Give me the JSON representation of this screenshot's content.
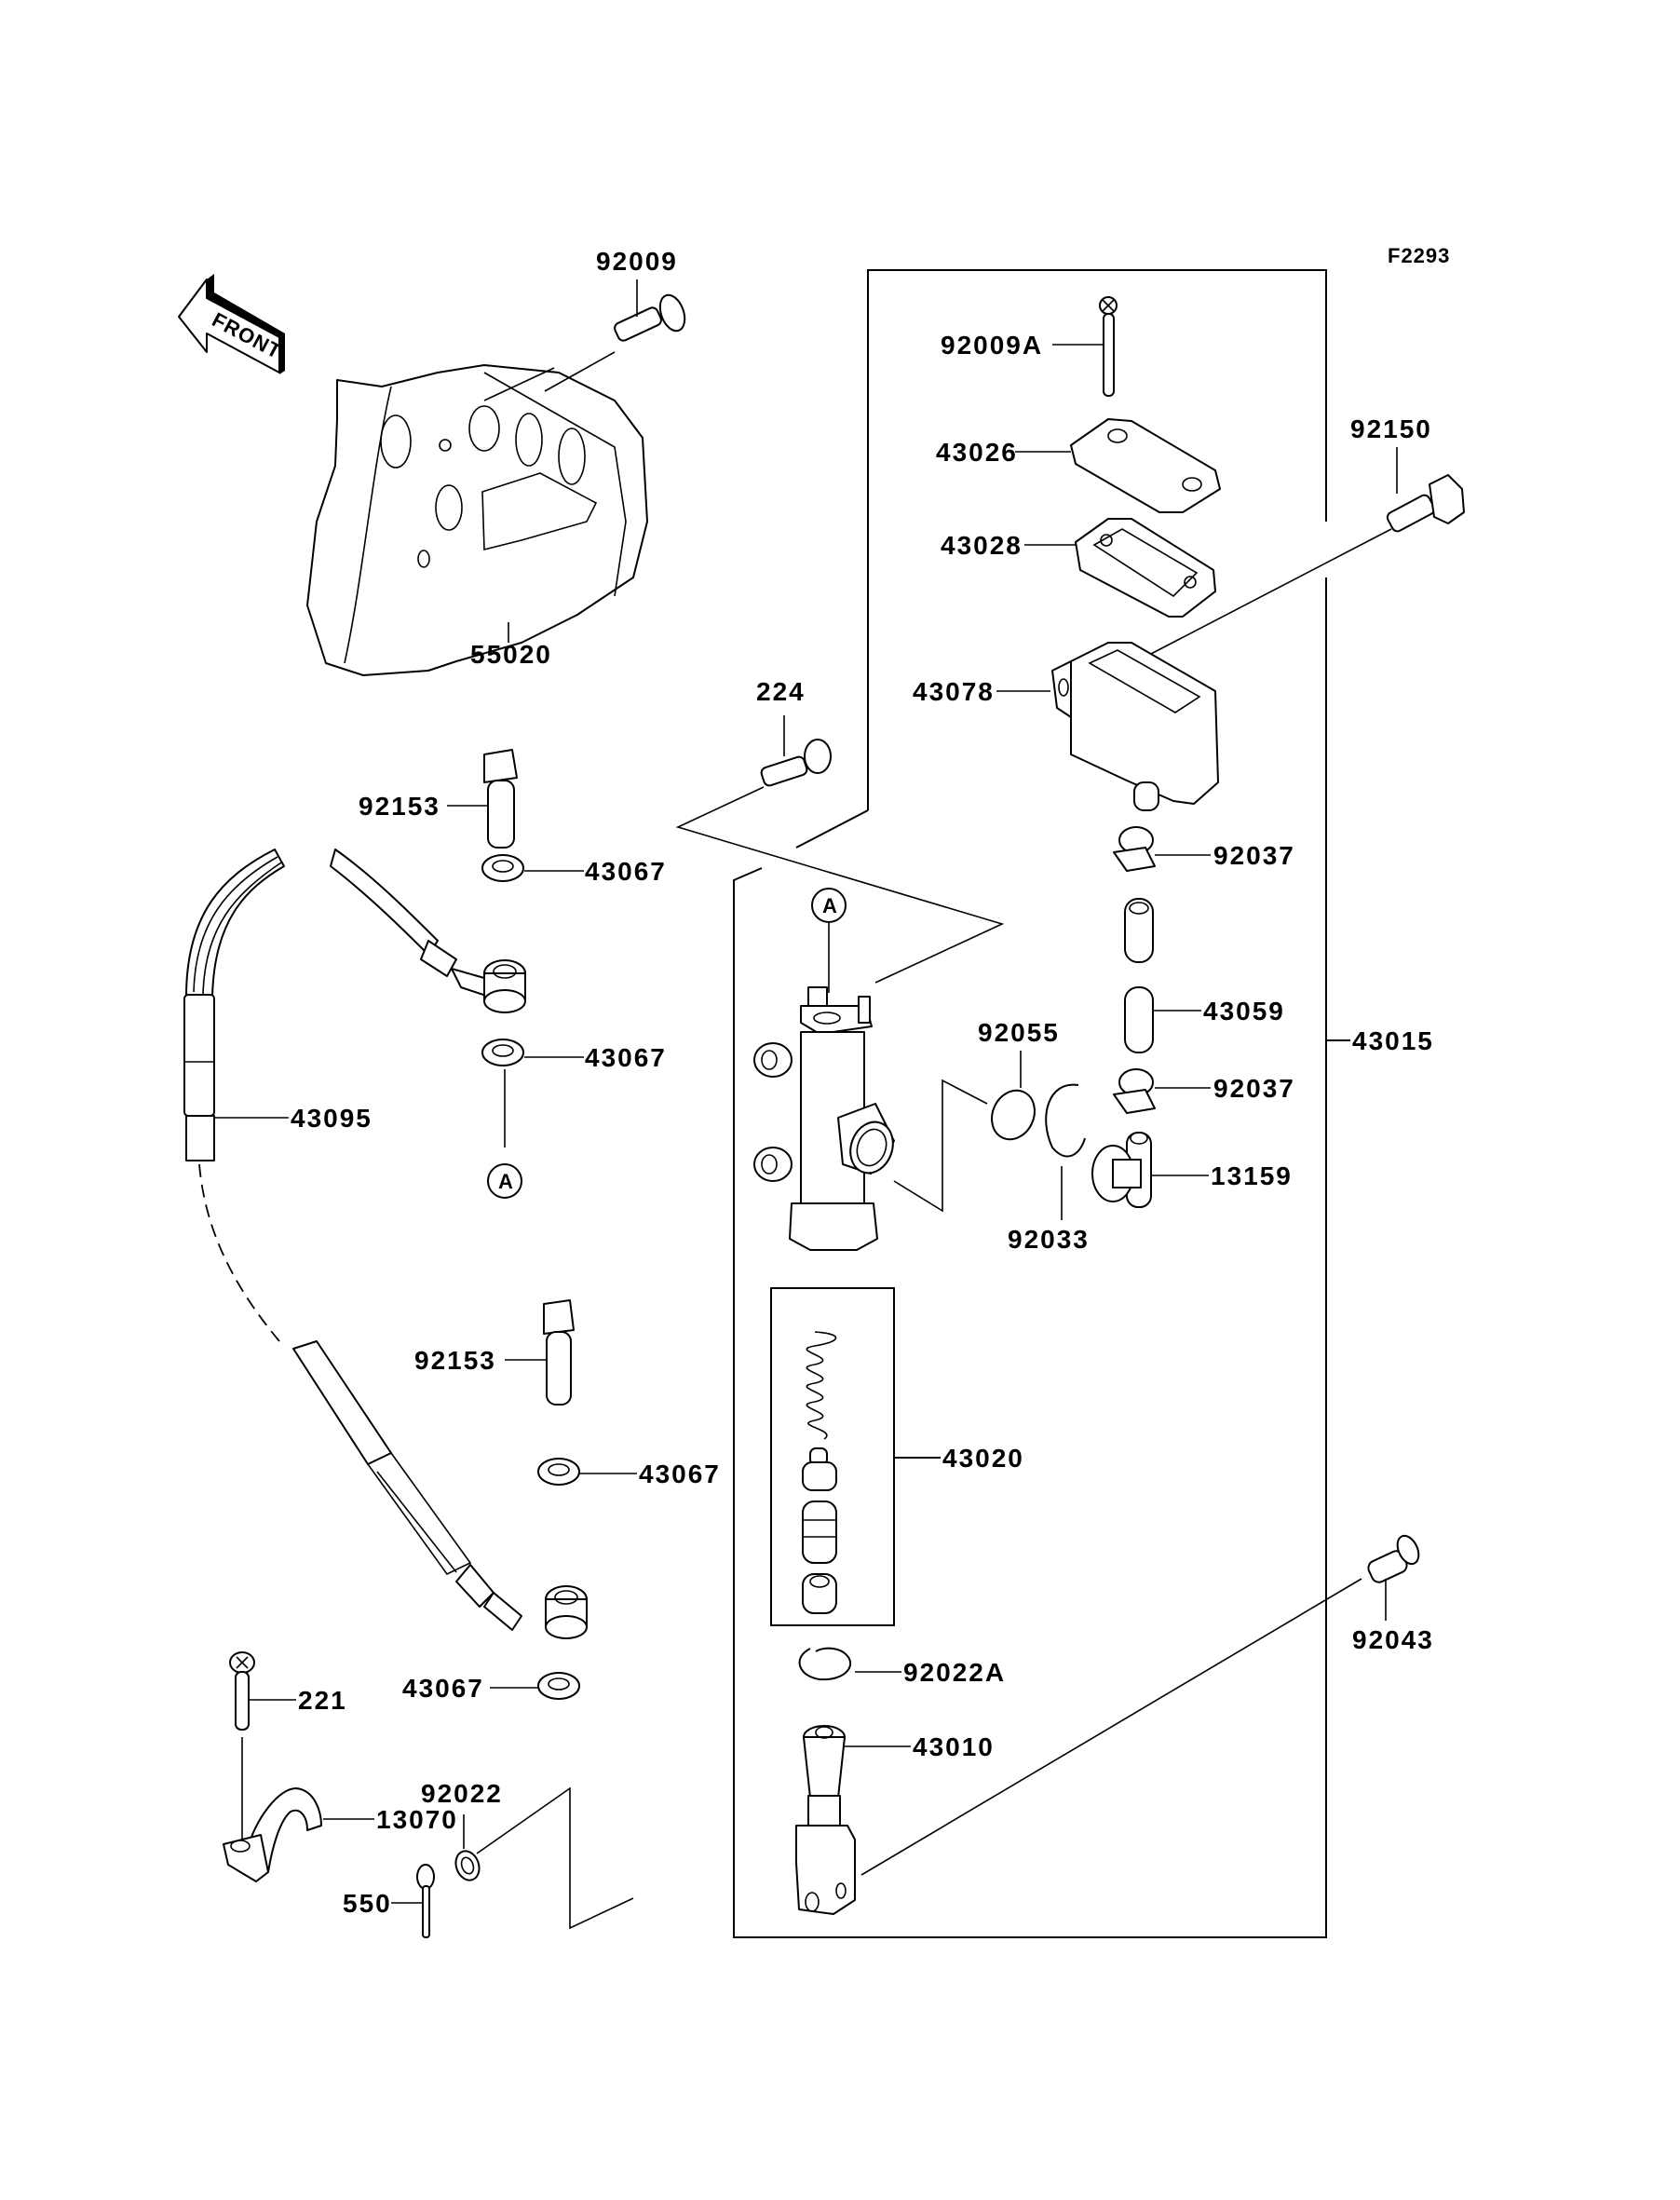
{
  "diagram": {
    "figure_code": "F2293",
    "front_indicator": "FRONT",
    "reference_marker": "A",
    "callouts": {
      "c92009": "92009",
      "c55020": "55020",
      "c92009A": "92009A",
      "c43026": "43026",
      "c43028": "43028",
      "c92150": "92150",
      "c43078": "43078",
      "c224": "224",
      "c92153a": "92153",
      "c43067a": "43067",
      "c43067b": "43067",
      "c92037a": "92037",
      "c43059": "43059",
      "c92037b": "92037",
      "c43015": "43015",
      "c92055": "92055",
      "c13159": "13159",
      "c92033": "92033",
      "c43095": "43095",
      "c92153b": "92153",
      "c43067c": "43067",
      "c43020": "43020",
      "c43067d": "43067",
      "c92043": "92043",
      "c92022A": "92022A",
      "c221": "221",
      "c43010": "43010",
      "c13070": "13070",
      "c92022": "92022",
      "c550": "550"
    }
  }
}
